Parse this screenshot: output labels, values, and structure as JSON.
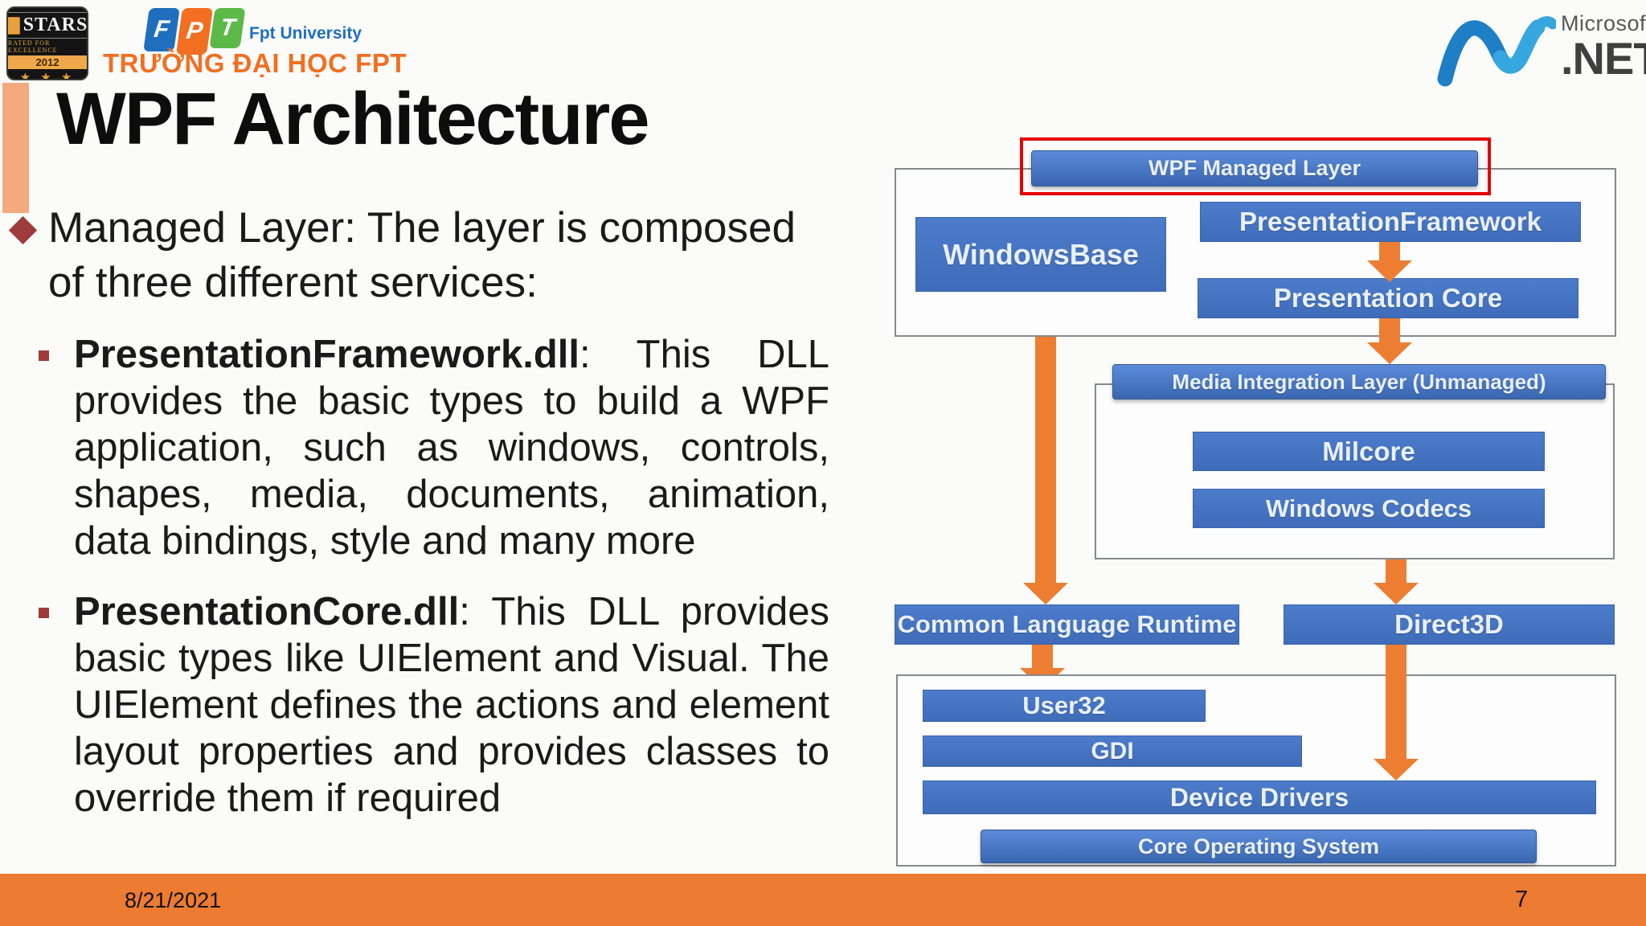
{
  "slide": {
    "title": "WPF Architecture",
    "bullet_text": "Managed Layer: The layer is composed of three different services:",
    "sub_bullets": [
      {
        "bold": "PresentationFramework.dll",
        "rest": ": This DLL provides the basic types to build a WPF application, such as windows, controls, shapes, media, documents, animation, data bindings, style and many more"
      },
      {
        "bold": "PresentationCore.dll",
        "rest": ": This DLL provides basic types like UIElement and Visual. The UIElement defines the actions and element layout properties and provides classes to override them if required"
      }
    ],
    "date": "8/21/2021",
    "page_number": "7"
  },
  "logos": {
    "stars": {
      "word": "STARS",
      "rated": "RATED FOR EXCELLENCE",
      "year": "2012",
      "stars_row": "★ ★ ★"
    },
    "fpt": {
      "f": "F",
      "p": "P",
      "t": "T",
      "caption": "Fpt University",
      "university_name": "TRƯỜNG ĐẠI HỌC FPT"
    },
    "dotnet": {
      "microsoft": "Microsoft®",
      "net": ".NET"
    }
  },
  "diagram": {
    "managed_layer_bar": "WPF Managed Layer",
    "windowsbase": "WindowsBase",
    "presentation_framework": "PresentationFramework",
    "presentation_core": "Presentation Core",
    "mil_header": "Media Integration Layer (Unmanaged)",
    "milcore": "Milcore",
    "windows_codecs": "Windows Codecs",
    "clr": "Common Language Runtime",
    "direct3d": "Direct3D",
    "user32": "User32",
    "gdi": "GDI",
    "device_drivers": "Device Drivers",
    "core_os": "Core Operating System"
  },
  "colors": {
    "box_blue": "#4472C4",
    "arrow_orange": "#ED7D31",
    "footer_orange": "#ED7B31",
    "accent_salmon": "#F5A97C",
    "bullet_red": "#9E3B3B",
    "highlight_red": "#E60000"
  }
}
